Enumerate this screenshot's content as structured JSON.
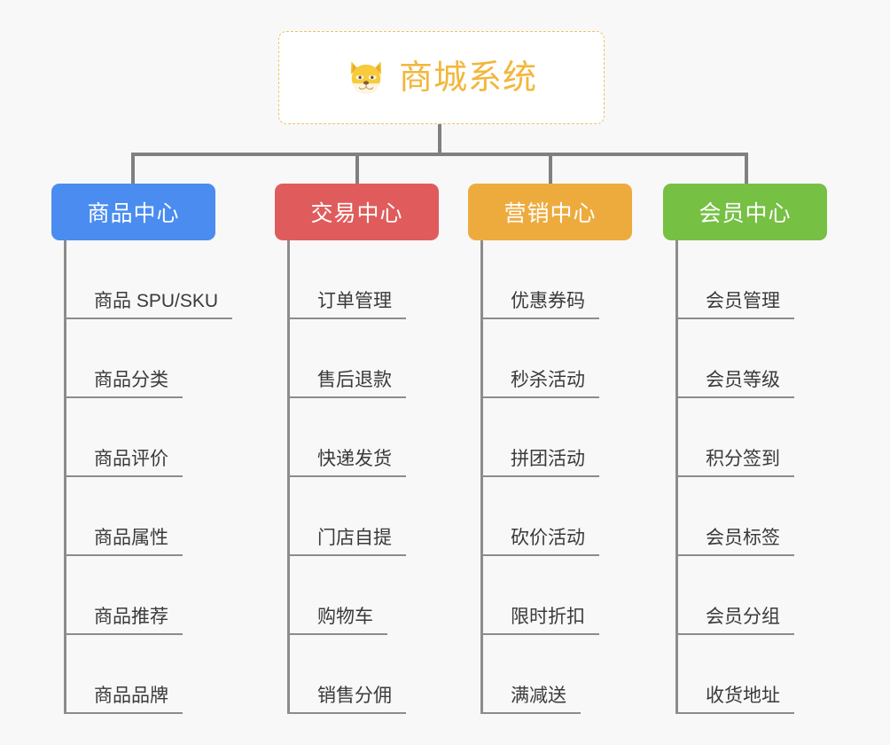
{
  "diagram": {
    "type": "org-chart",
    "title": "商城系统",
    "background_color": "#f8f8f8",
    "root": {
      "label": "商城系统",
      "icon": "shiba-dog-face-emoji",
      "text_color": "#f2b63c",
      "border_color": "#efc26a",
      "background_color": "#ffffff"
    },
    "connector_color": "#808080",
    "branches": [
      {
        "label": "商品中心",
        "color": "#4a8cf0",
        "items": [
          "商品 SPU/SKU",
          "商品分类",
          "商品评价",
          "商品属性",
          "商品推荐",
          "商品品牌"
        ]
      },
      {
        "label": "交易中心",
        "color": "#e05c5c",
        "items": [
          "订单管理",
          "售后退款",
          "快递发货",
          "门店自提",
          "购物车",
          "销售分佣"
        ]
      },
      {
        "label": "营销中心",
        "color": "#edab3e",
        "items": [
          "优惠券码",
          "秒杀活动",
          "拼团活动",
          "砍价活动",
          "限时折扣",
          "满减送"
        ]
      },
      {
        "label": "会员中心",
        "color": "#76c044",
        "items": [
          "会员管理",
          "会员等级",
          "积分签到",
          "会员标签",
          "会员分组",
          "收货地址"
        ]
      }
    ]
  }
}
